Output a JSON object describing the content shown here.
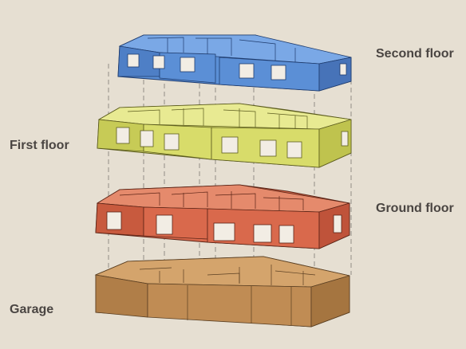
{
  "labels": {
    "second_floor": "Second floor",
    "first_floor": "First floor",
    "ground_floor": "Ground floor",
    "garage": "Garage"
  },
  "colors": {
    "background": "#e6dfd2",
    "second_floor": "#5b8fd6",
    "first_floor": "#d8dc6a",
    "ground_floor": "#d9694c",
    "garage": "#c08c54",
    "label_text": "#4a4542",
    "guide_line": "#8a857d"
  }
}
